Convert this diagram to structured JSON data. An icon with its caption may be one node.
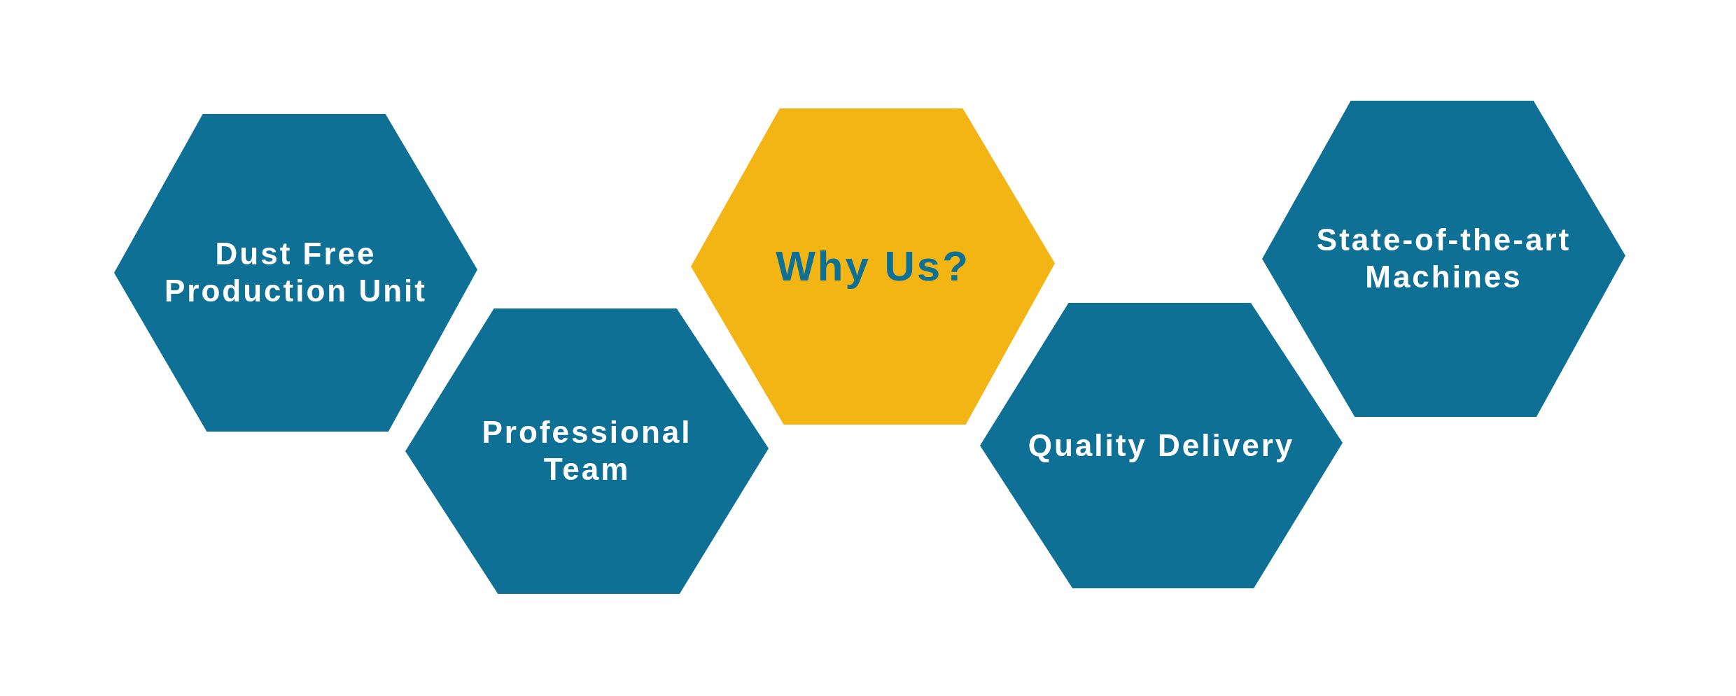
{
  "diagram": {
    "nodes": [
      {
        "text": [
          "Dust Free Production Unit"
        ]
      },
      {
        "text": [
          "Professional Team"
        ]
      },
      {
        "text": [
          "Why Us?"
        ]
      },
      {
        "text": [
          "Quality Delivery"
        ]
      },
      {
        "text": [
          "State-of-the-art Machines"
        ]
      }
    ]
  }
}
